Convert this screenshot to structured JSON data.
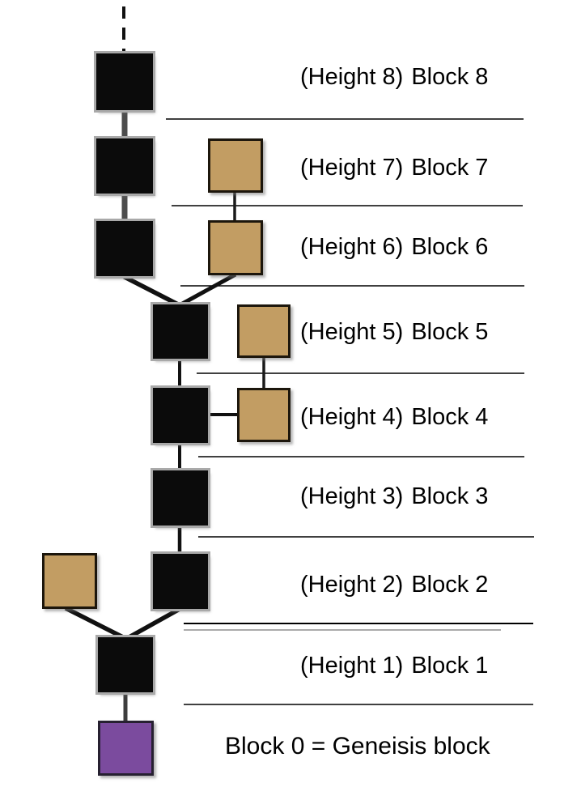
{
  "diagram": {
    "rows": [
      {
        "height_label": "(Height 8)",
        "block_label": "Block 8"
      },
      {
        "height_label": "(Height 7)",
        "block_label": "Block 7"
      },
      {
        "height_label": "(Height 6)",
        "block_label": "Block 6"
      },
      {
        "height_label": "(Height 5)",
        "block_label": "Block 5"
      },
      {
        "height_label": "(Height 4)",
        "block_label": "Block 4"
      },
      {
        "height_label": "(Height 3)",
        "block_label": "Block 3"
      },
      {
        "height_label": "(Height 2)",
        "block_label": "Block 2"
      },
      {
        "height_label": "(Height 1)",
        "block_label": "Block 1"
      }
    ],
    "genesis_label": "Block 0 = Geneisis block",
    "colors": {
      "main_chain_block": "#0b0b0b",
      "orphan_block": "#c29d63",
      "genesis_block": "#7b4b9e",
      "separator_line": "#000000"
    }
  }
}
